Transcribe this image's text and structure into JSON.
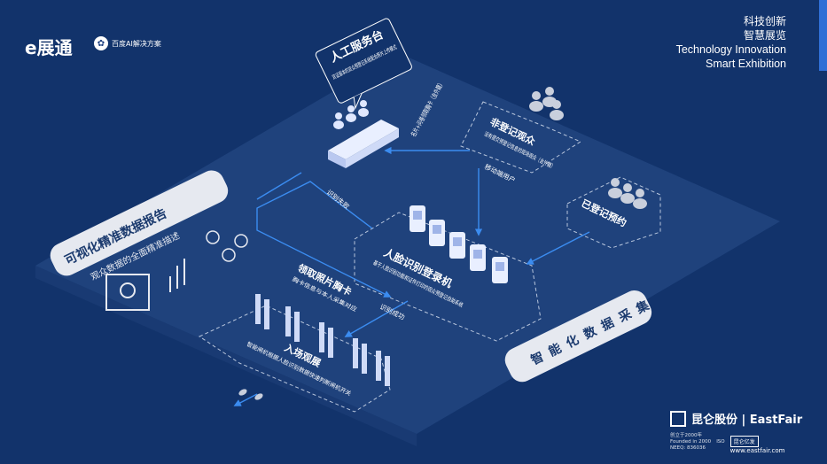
{
  "header": {
    "brand": "e展通",
    "partner": "百度AI解决方案",
    "tagline_zh_1": "科技创新",
    "tagline_zh_2": "智慧展览",
    "tagline_en_1": "Technology Innovation",
    "tagline_en_2": "Smart Exhibition"
  },
  "nodes": {
    "service_desk": {
      "title": "人工服务台",
      "desc": "双证版本的双众预登记系统配合照片上传模式"
    },
    "unregistered": {
      "title": "非登记观众",
      "desc": "没有提交预登记信息的现场观众（含外籍）"
    },
    "registered": {
      "title": "已登记预约"
    },
    "face_kiosk": {
      "title": "人脸识别登录机",
      "desc": "基于人脸识别功能和证件打印的观众预登记自助系统"
    },
    "badge": {
      "title": "领取照片胸卡",
      "desc": "胸卡信息与本人采集对应"
    },
    "entry": {
      "title": "入场观展",
      "desc": "智能闸机根据人脸识别数据快速判断闸机开关"
    },
    "report": {
      "title": "可视化精准数据报告",
      "desc": "观众数据的全面精准描述"
    },
    "smart": {
      "title": "智能化数据采集"
    }
  },
  "edges": {
    "card_badge": "名片+问卷领取胸卡（含外籍）",
    "mobile": "移动端用户",
    "fail": "识别失败",
    "success": "识别成功"
  },
  "footer": {
    "company": "昆仑股份 | EastFair",
    "founded": "创立于2000年",
    "founded_en": "Founded in 2000",
    "neeq": "NEEQ: 836036",
    "iso": "ISO",
    "search": "昆仑亿发",
    "url": "www.eastfair.com"
  }
}
